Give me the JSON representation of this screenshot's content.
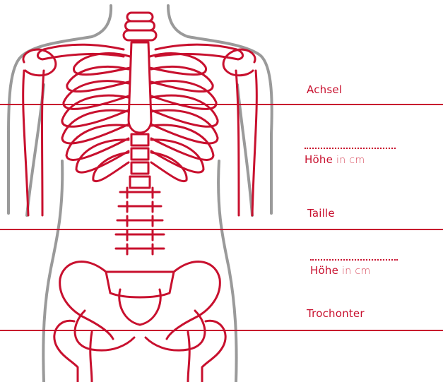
{
  "labels": {
    "axilla": "Achsel",
    "height_1_word": "Höhe",
    "height_1_unit": "in cm",
    "waist": "Taille",
    "height_2_word": "Höhe",
    "height_2_unit": "in cm",
    "trochanter": "Trochonter"
  },
  "colors": {
    "accent": "#c8102e",
    "outline": "#9a9a9a",
    "background": "#ffffff"
  }
}
